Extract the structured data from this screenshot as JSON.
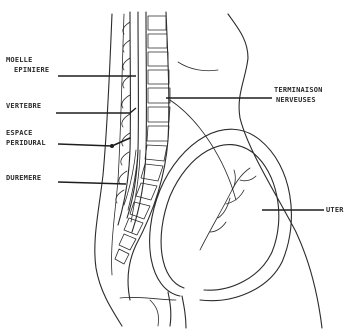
{
  "labels": {
    "moelle_line1": "MOELLE",
    "moelle_line2": "EPINIERE",
    "vertebre": "VERTEBRE",
    "espace_line1": "ESPACE",
    "espace_line2": "PERIDURAL",
    "duremere": "DUREMERE",
    "terminaisons_line1": "TERMINAISON",
    "terminaisons_line2": "NERVEUSES",
    "uterus": "UTER"
  }
}
